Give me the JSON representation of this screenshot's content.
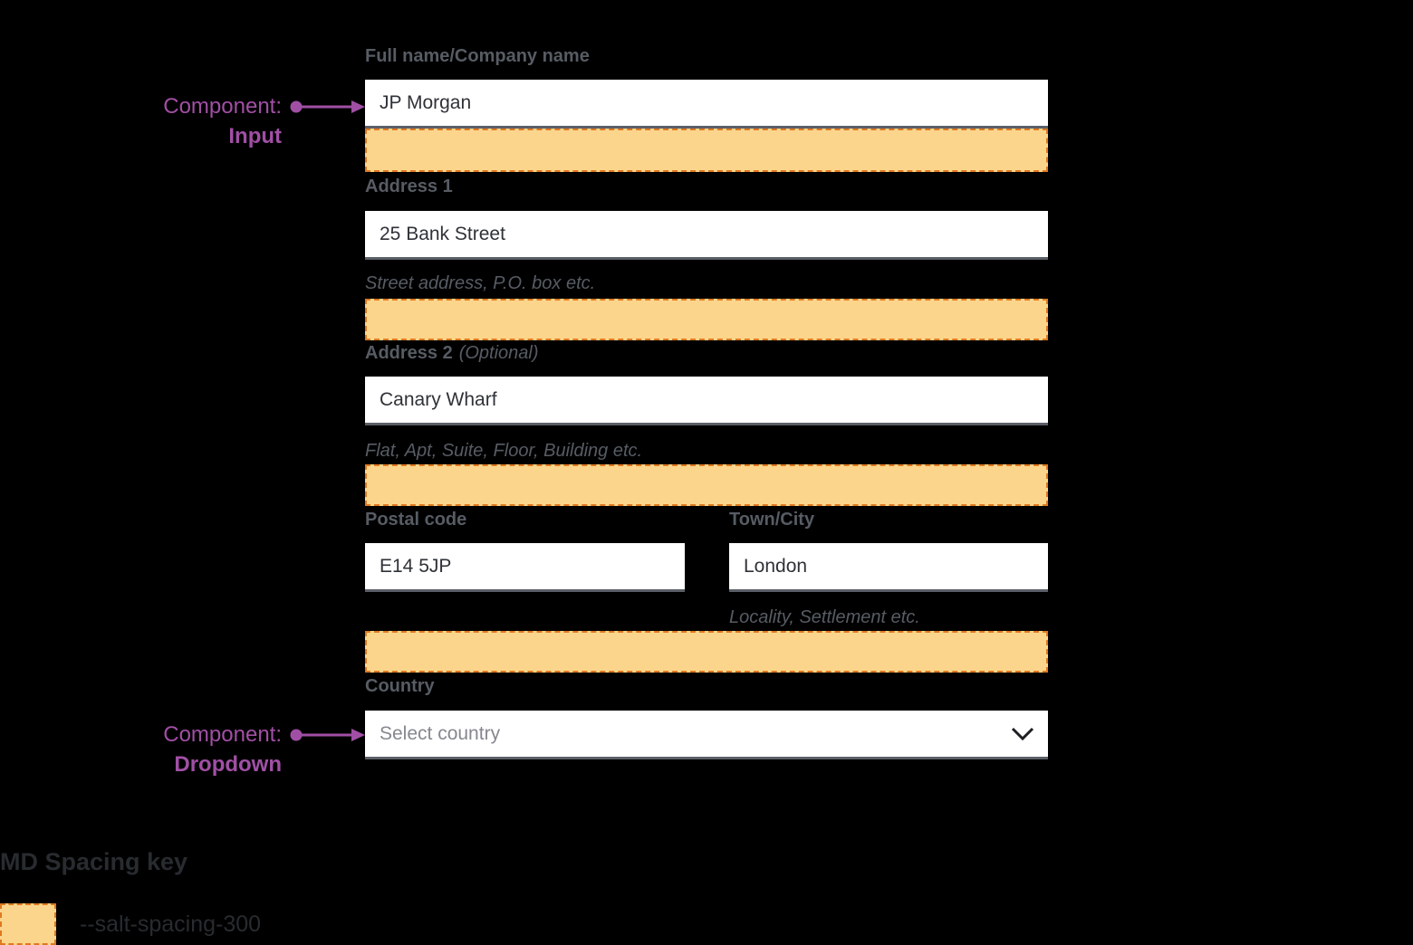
{
  "annotations": {
    "input": {
      "prefix": "Component:",
      "name": "Input"
    },
    "dropdown": {
      "prefix": "Component:",
      "name": "Dropdown"
    }
  },
  "form": {
    "full_name": {
      "label": "Full name/Company name",
      "value": "JP Morgan"
    },
    "address1": {
      "label": "Address 1",
      "value": "25 Bank Street",
      "helper": "Street address, P.O. box etc."
    },
    "address2": {
      "label": "Address 2",
      "label_suffix": "(Optional)",
      "value": "Canary Wharf",
      "helper": "Flat, Apt, Suite, Floor, Building etc."
    },
    "postal_code": {
      "label": "Postal code",
      "value": "E14 5JP"
    },
    "town_city": {
      "label": "Town/City",
      "value": "London",
      "helper": "Locality, Settlement etc."
    },
    "country": {
      "label": "Country",
      "placeholder": "Select country"
    }
  },
  "spacing_key": {
    "title": "MD Spacing key",
    "token": "--salt-spacing-300"
  },
  "icons": {
    "dropdown_chevron": "chevron-down-icon",
    "annotation_arrow": "arrow-right-icon"
  },
  "colors": {
    "background": "#000000",
    "spacing_fill": "#FCD58C",
    "spacing_border": "#E0791F",
    "label_text": "#575C64",
    "input_text": "#2F3237",
    "placeholder_text": "#85888F",
    "annotation_purple": "#A14FA5",
    "key_text": "#282B2F",
    "input_border": "#5B5F67"
  }
}
